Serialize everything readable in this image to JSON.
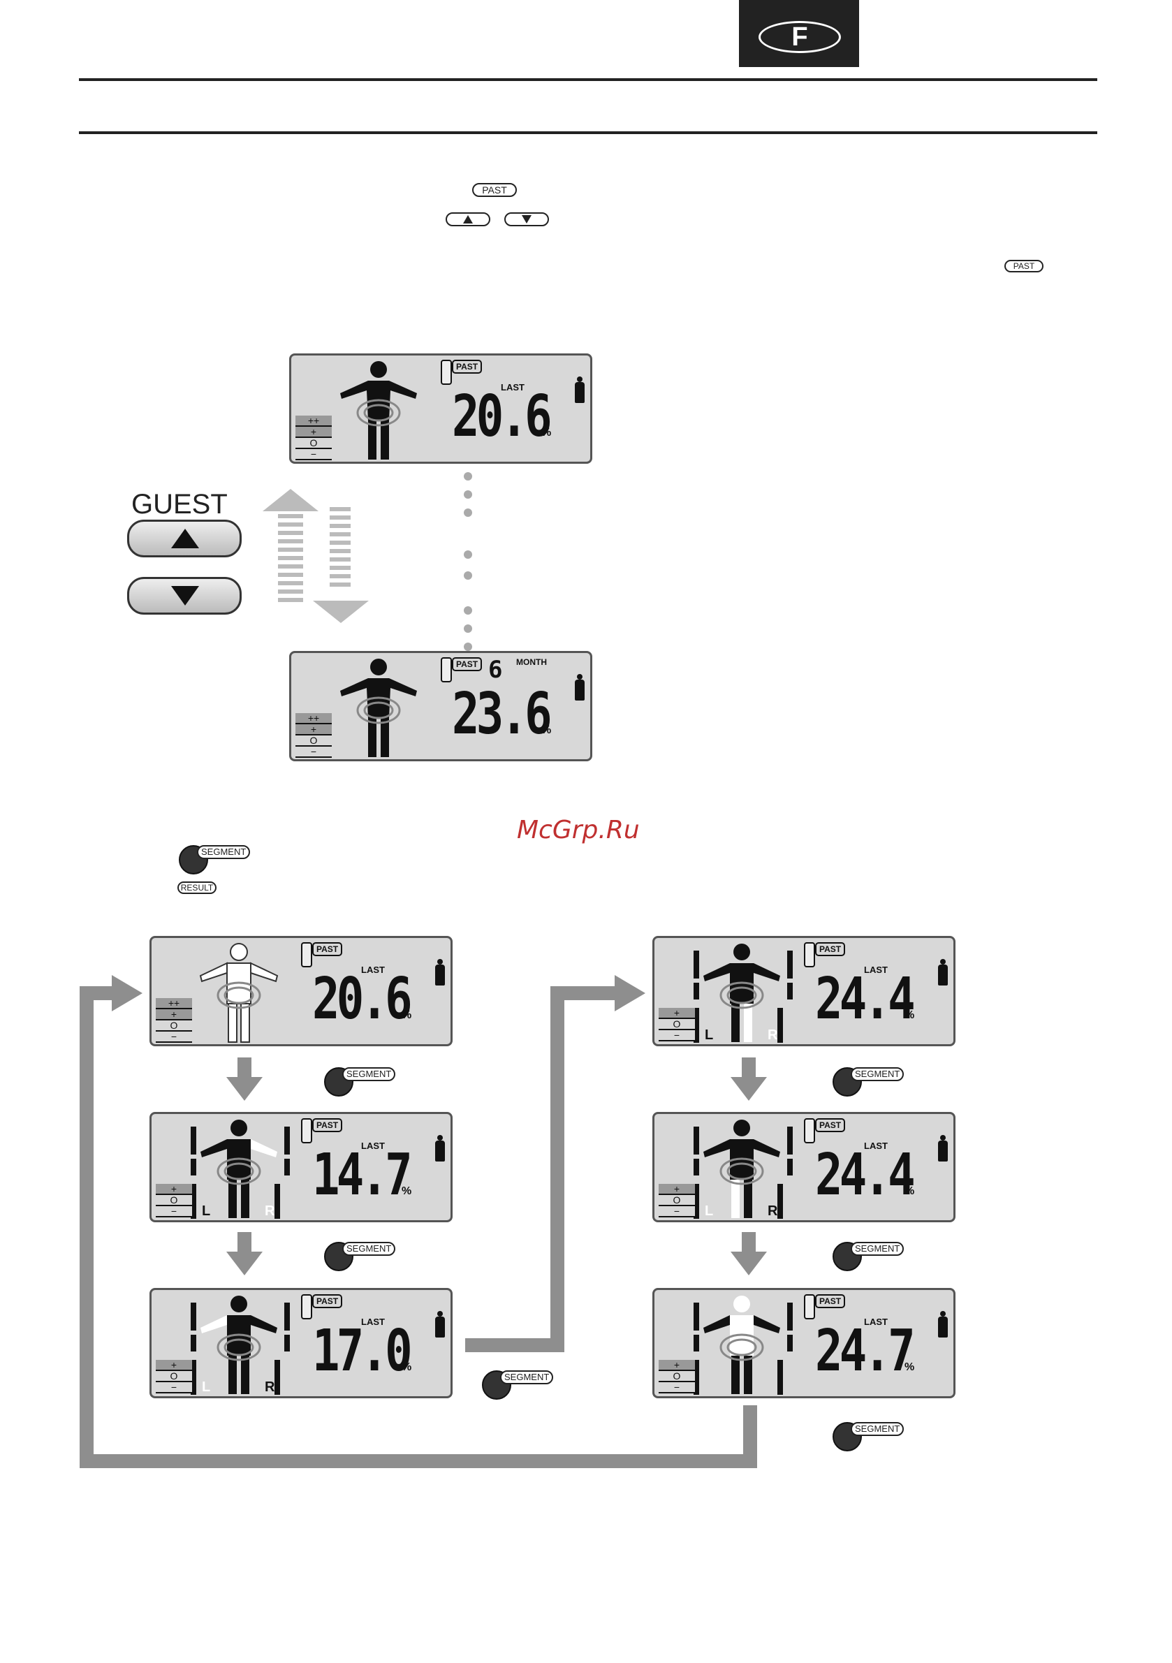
{
  "header": {
    "badge": "F"
  },
  "instructions": {
    "past_label": "PAST",
    "result_label": "RESULT",
    "segment_label": "SEGMENT"
  },
  "guest": {
    "label": "GUEST"
  },
  "past_displays": [
    {
      "value": "20.6",
      "tag": "LAST",
      "unit": "%"
    },
    {
      "value": "23.6",
      "tag": "MONTH",
      "months": "6",
      "unit": "%"
    }
  ],
  "segment_displays": [
    {
      "value": "20.6",
      "tag": "LAST",
      "unit": "%"
    },
    {
      "value": "14.7",
      "tag": "LAST",
      "unit": "%",
      "left": "L",
      "right": "R"
    },
    {
      "value": "17.0",
      "tag": "LAST",
      "unit": "%",
      "left": "L",
      "right": "R"
    },
    {
      "value": "24.4",
      "tag": "LAST",
      "unit": "%",
      "left": "L",
      "right": "R"
    },
    {
      "value": "24.4",
      "tag": "LAST",
      "unit": "%",
      "left": "L",
      "right": "R"
    },
    {
      "value": "24.7",
      "tag": "LAST",
      "unit": "%"
    }
  ],
  "scale_marks": [
    "++",
    "+",
    "O",
    "−"
  ],
  "watermark": "McGrp.Ru"
}
